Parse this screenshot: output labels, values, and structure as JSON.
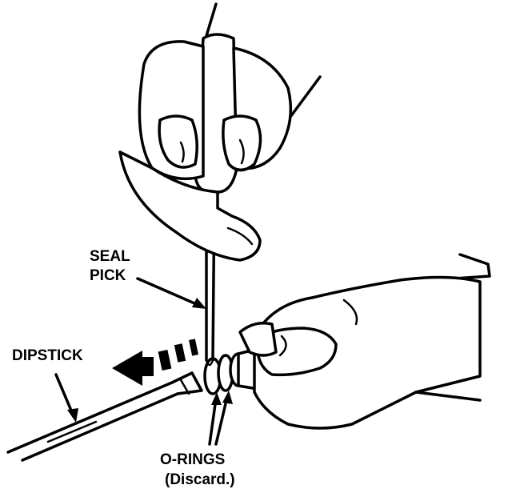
{
  "labels": {
    "seal_pick_line1": "SEAL",
    "seal_pick_line2": "PICK",
    "dipstick": "DIPSTICK",
    "orings_line1": "O-RINGS",
    "orings_line2": "(Discard.)"
  },
  "colors": {
    "ink": "#000000",
    "paper": "#ffffff"
  },
  "icons": {
    "direction": "arrow-left-dashed-icon"
  }
}
